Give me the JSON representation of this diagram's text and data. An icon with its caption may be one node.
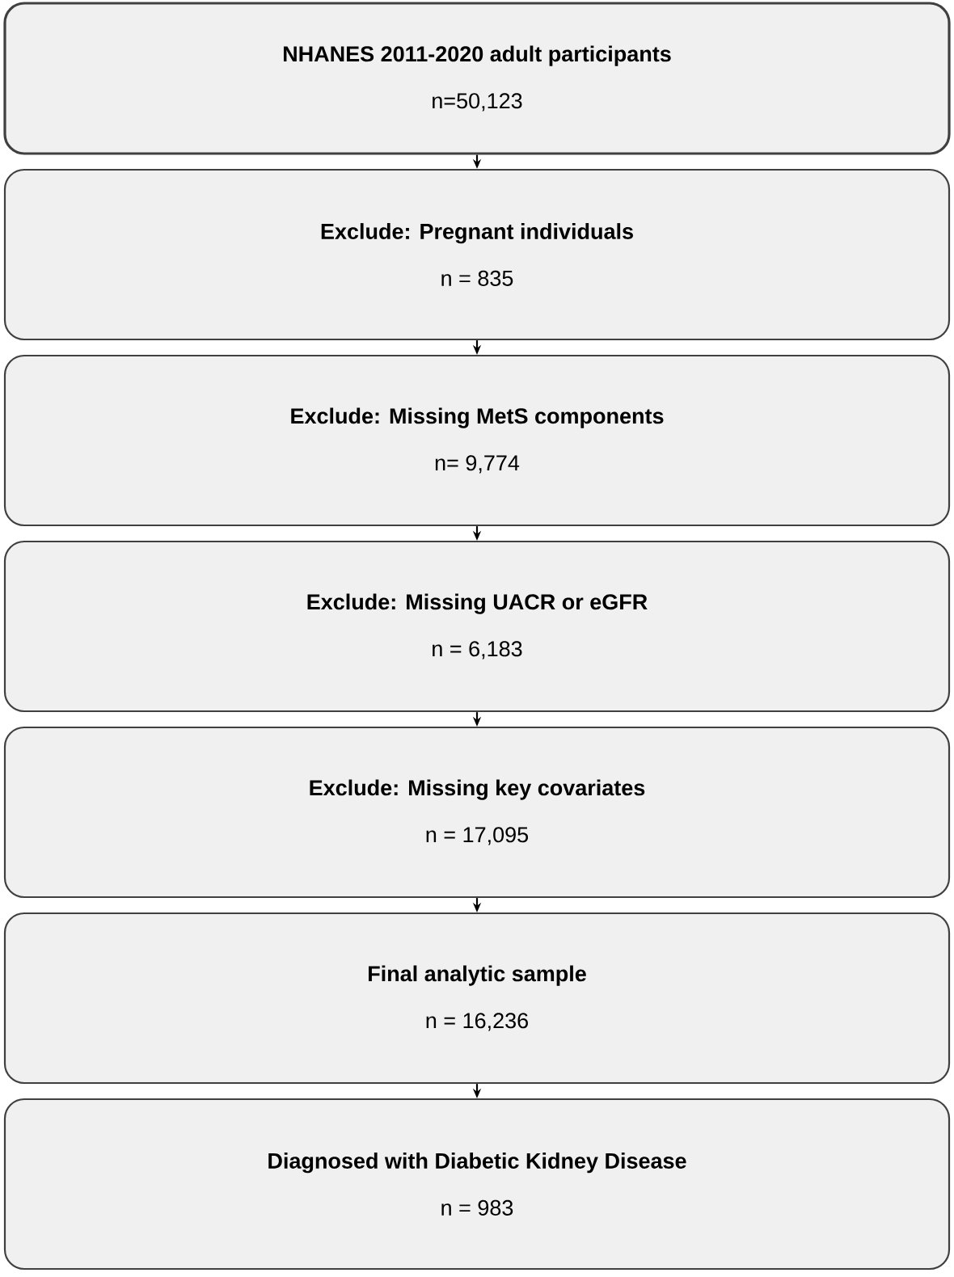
{
  "diagram": {
    "nodes": [
      {
        "text": [
          "NHANES 2011-2020 adult participants",
          "n=50,123"
        ]
      },
      {
        "text": [
          "Exclude: Pregnant individuals",
          "n = 835"
        ]
      },
      {
        "text": [
          "Exclude: Missing MetS components",
          "n= 9,774"
        ]
      },
      {
        "text": [
          "Exclude: Missing UACR or eGFR",
          "n = 6,183"
        ]
      },
      {
        "text": [
          "Exclude: Missing key covariates",
          "n = 17,095"
        ]
      },
      {
        "text": [
          "Final analytic sample",
          "n = 16,236"
        ]
      },
      {
        "text": [
          "Diagnosed with Diabetic Kidney Disease",
          "n = 983"
        ]
      }
    ],
    "edges": [
      {
        "from": 0,
        "to": 1,
        "arrow": "to"
      },
      {
        "from": 1,
        "to": 2,
        "arrow": "to"
      },
      {
        "from": 2,
        "to": 3,
        "arrow": "to"
      },
      {
        "from": 3,
        "to": 4,
        "arrow": "to"
      },
      {
        "from": 4,
        "to": 5,
        "arrow": "to"
      },
      {
        "from": 5,
        "to": 6,
        "arrow": "to"
      }
    ]
  }
}
